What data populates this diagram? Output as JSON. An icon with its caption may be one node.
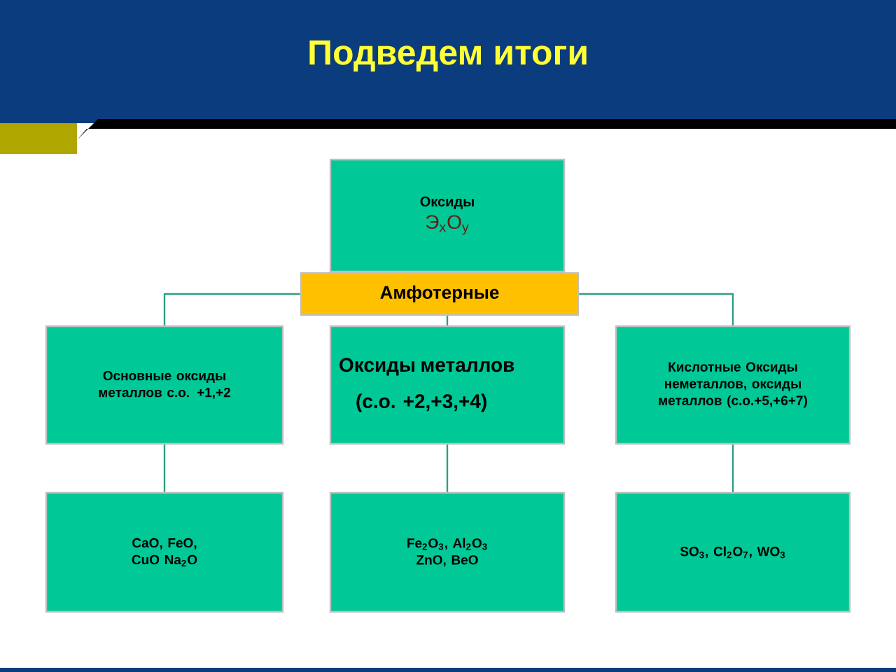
{
  "diagram": {
    "title": "Подведем итоги",
    "nodes": [
      {
        "text": [
          "Оксиды",
          "Э$_{x}$О$_{y}$"
        ]
      },
      {
        "text": [
          "Амфотерные"
        ]
      },
      {
        "text": [
          "Основные оксиды металлов с.о. +1,+2"
        ]
      },
      {
        "text": [
          "Оксиды металлов",
          "(с.о. +2,+3,+4)"
        ]
      },
      {
        "text": [
          "Кислотные Оксиды неметаллов, оксиды металлов (с.о.+5,+6+7)"
        ]
      },
      {
        "text": [
          "CaO, FeO, CuO Na$_{2}$O"
        ]
      },
      {
        "text": [
          "Fe$_{2}$O$_{3}$, Al$_{2}$O$_{3}$ ZnO, BeO"
        ]
      },
      {
        "text": [
          "SO$_{3}$, Cl$_{2}$O$_{7}$, WO$_{3}$"
        ]
      }
    ],
    "edges": [
      {
        "from": 1,
        "to": 2,
        "arrow": "none"
      },
      {
        "from": 1,
        "to": 3,
        "arrow": "none"
      },
      {
        "from": 1,
        "to": 4,
        "arrow": "none"
      },
      {
        "from": 2,
        "to": 5,
        "arrow": "none"
      },
      {
        "from": 3,
        "to": 6,
        "arrow": "none"
      },
      {
        "from": 4,
        "to": 7,
        "arrow": "none"
      }
    ]
  }
}
